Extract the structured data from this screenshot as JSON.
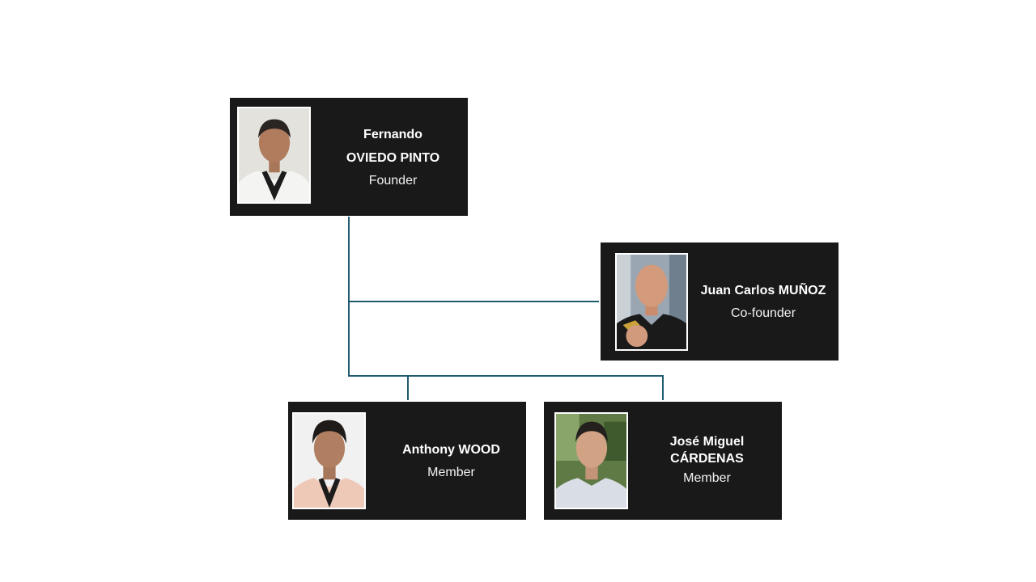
{
  "org_chart": {
    "founder": {
      "name_line1": "Fernando",
      "name_line2": "OVIEDO PINTO",
      "role": "Founder"
    },
    "cofounder": {
      "name": "Juan Carlos MUÑOZ",
      "role": "Co-founder"
    },
    "members": [
      {
        "name": "Anthony WOOD",
        "role": "Member"
      },
      {
        "name_line1": "José Miguel",
        "name_line2": "CÁRDENAS",
        "role": "Member"
      }
    ]
  },
  "colors": {
    "card_background": "#191919",
    "card_text": "#ffffff",
    "connector": "#1f5a6e",
    "page_background": "#ffffff"
  }
}
